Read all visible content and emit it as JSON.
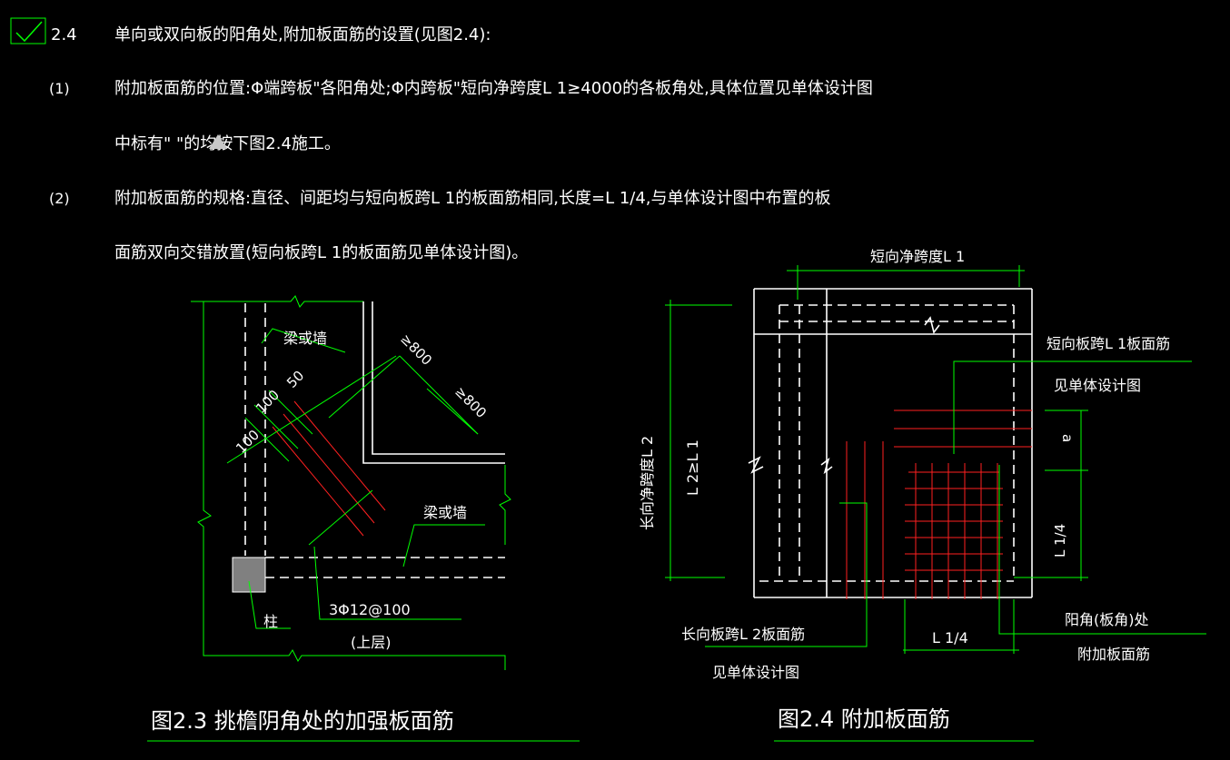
{
  "header": {
    "clause_no": "2.4",
    "clause_title": "单向或双向板的阳角处,附加板面筋的设置(见图2.4):"
  },
  "items": [
    {
      "no": "(1)",
      "line1": "附加板面筋的位置:Φ端跨板\"各阳角处;Φ内跨板\"短向净跨度L  1≥4000的各板角处,具体位置见单体设计图",
      "line2": "中标有\"    \"的均按下图2.4施工。"
    },
    {
      "no": "(2)",
      "line1": "附加板面筋的规格:直径、间距均与短向板跨L  1的板面筋相同,长度=L  1/4,与单体设计图中布置的板",
      "line2": "面筋双向交错放置(短向板跨L  1的板面筋见单体设计图)。"
    }
  ],
  "fig23": {
    "caption": "图2.3  挑檐阴角处的加强板面筋",
    "label_beam_wall_1": "梁或墙",
    "label_beam_wall_2": "梁或墙",
    "label_column": "柱",
    "dim_100a": "100",
    "dim_100b": "100",
    "dim_50": "50",
    "dim_800a": "≥800",
    "dim_800b": "≥800",
    "rebar": "3Φ12@100",
    "layer": "(上层)"
  },
  "fig24": {
    "caption": "图2.4  附加板面筋",
    "short_span": "短向净跨度L  1",
    "long_span": "长向净跨度L  2",
    "ratio": "L 2≥L 1",
    "short_bar": "短向板跨L  1板面筋",
    "see_design_1": "见单体设计图",
    "long_bar": "长向板跨L  2板面筋",
    "see_design_2": "见单体设计图",
    "corner": "阳角(板角)处",
    "extra_bar": "附加板面筋",
    "dim_a": "a",
    "dim_l14_v": "L  1/4",
    "dim_l14_h": "L  1/4"
  },
  "colors": {
    "background": "#000000",
    "text": "#ffffff",
    "dimension": "#00ff00",
    "rebar": "#ff2020",
    "column": "#808080"
  }
}
